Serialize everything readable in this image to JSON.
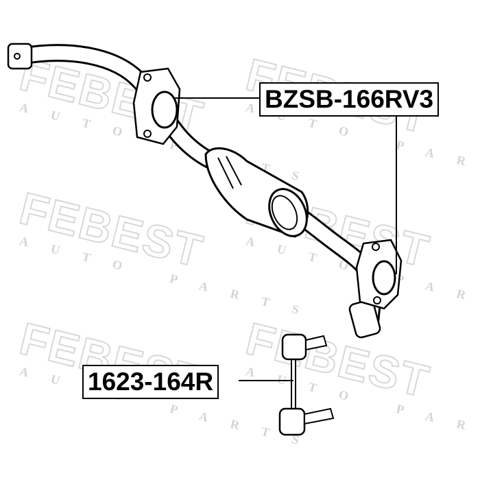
{
  "watermark": {
    "brand": "FEBEST",
    "sub": "AUTO PARTS"
  },
  "labels": {
    "bushing_part_number": "BZSB-166RV3",
    "link_part_number": "1623-164R"
  },
  "colors": {
    "line": "#000000",
    "watermark": "#dddddd",
    "background": "#ffffff"
  }
}
